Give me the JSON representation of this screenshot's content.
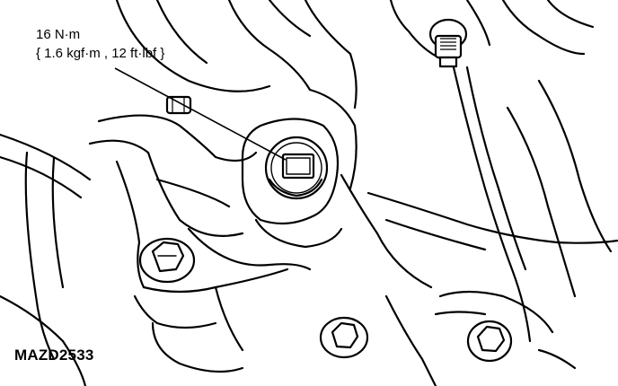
{
  "callout": {
    "torque_value": "16 N·m",
    "torque_alt": "{ 1.6 kgf·m , 12 ft·lbf }"
  },
  "figure_code": "MAZD2533"
}
